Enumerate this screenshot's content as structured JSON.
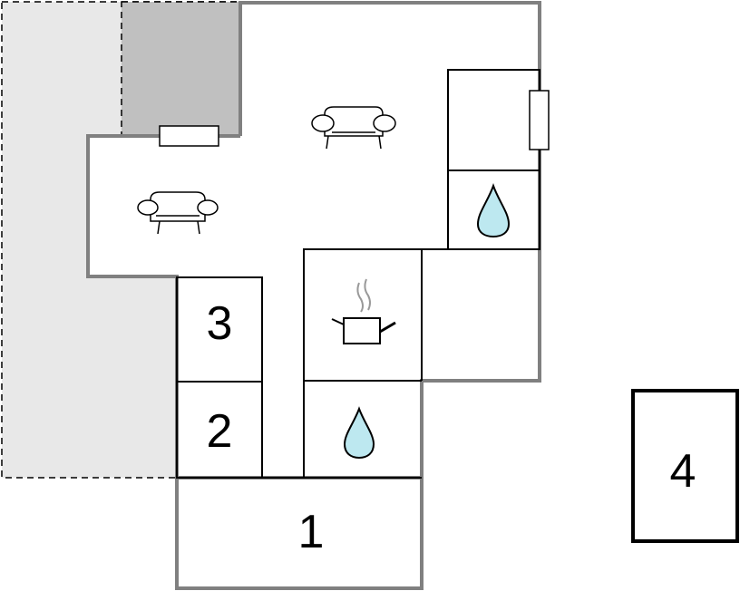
{
  "colors": {
    "terrace": "#e8e8e8",
    "covered_terrace": "#c0c0c0",
    "outer_wall": "#808080",
    "inner_wall": "#000000",
    "water": "#bde8f0"
  },
  "rooms": [
    {
      "id": "room-1",
      "label": "1"
    },
    {
      "id": "room-2",
      "label": "2"
    },
    {
      "id": "room-3",
      "label": "3"
    },
    {
      "id": "room-4",
      "label": "4"
    }
  ],
  "icons": [
    {
      "name": "sofa-icon"
    },
    {
      "name": "armchair-icon"
    },
    {
      "name": "cooking-pot-icon"
    },
    {
      "name": "water-drop-icon"
    }
  ]
}
